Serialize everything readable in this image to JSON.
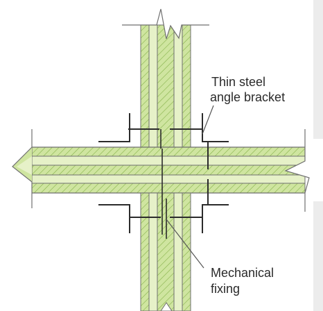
{
  "colors": {
    "panel_fill": "#cfe5a0",
    "core_fill": "#e6f1c8",
    "hatch": "#86b24a",
    "outline": "#6f6f6f",
    "bracket": "#2b2b2b",
    "text": "#2a2a2a",
    "background": "#ffffff",
    "right_edge_shadow": "#ececec"
  },
  "labels": {
    "bracket": [
      "Thin steel",
      "angle bracket"
    ],
    "fixing": [
      "Mechanical",
      "fixing"
    ]
  }
}
